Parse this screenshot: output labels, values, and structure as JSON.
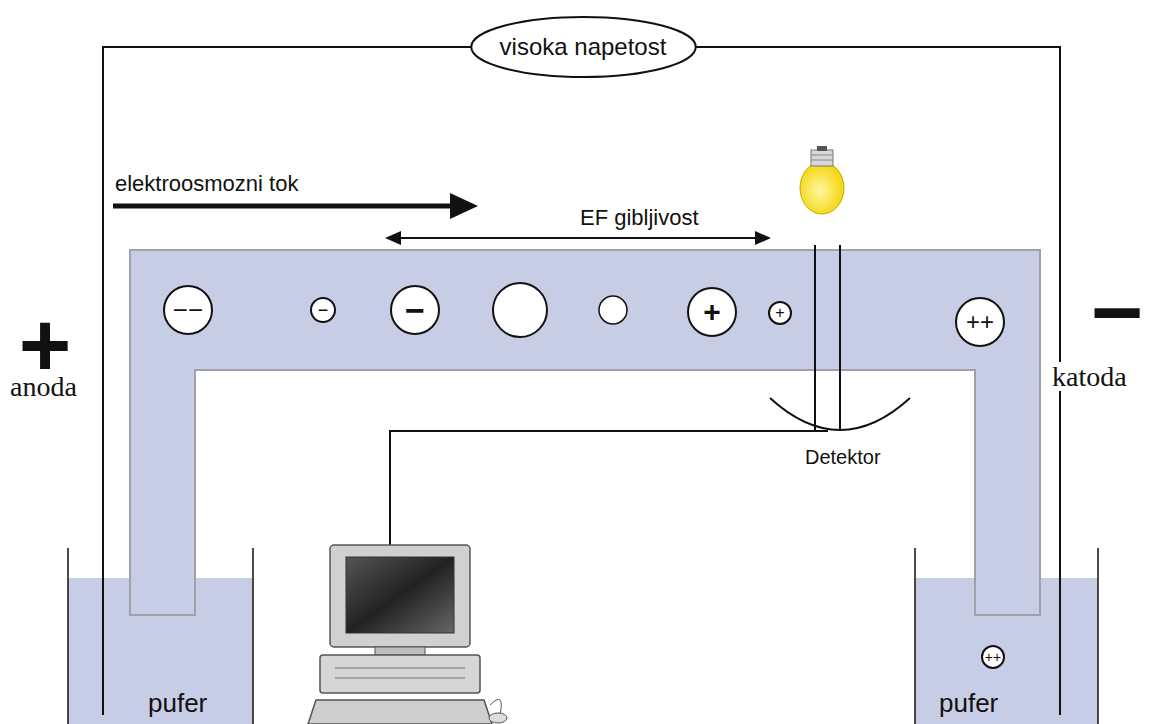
{
  "diagram": {
    "nodes": [
      {
        "text": [
          "visoka napetost"
        ]
      },
      {
        "text": [
          "−−"
        ]
      },
      {
        "text": [
          "−"
        ]
      },
      {
        "text": [
          "−"
        ]
      },
      {
        "text": [
          "+"
        ]
      },
      {
        "text": [
          "+"
        ]
      },
      {
        "text": [
          "++"
        ]
      },
      {
        "text": [
          "pufer"
        ]
      },
      {
        "text": [
          "pufer"
        ]
      },
      {
        "text": [
          "++"
        ],
        "in": 8
      }
    ],
    "labels": [
      "elektroosmozni tok",
      "EF gibljivost",
      "+",
      "anoda",
      "−",
      "katoda",
      "Detektor"
    ]
  }
}
